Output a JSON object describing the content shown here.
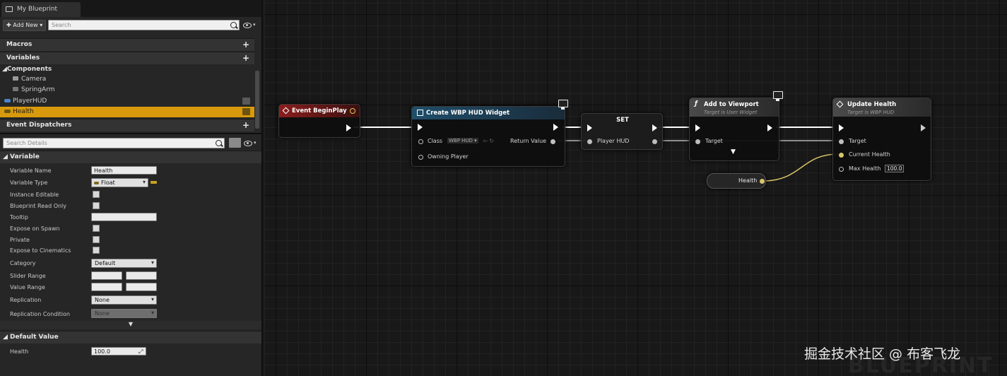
{
  "tab": {
    "title": "My Blueprint"
  },
  "toolbar": {
    "add_new": "✚ Add New ▾",
    "search_placeholder": "Search"
  },
  "sections": {
    "macros": "Macros",
    "variables": "Variables",
    "components": "◢Components",
    "dispatchers": "Event Dispatchers"
  },
  "components": [
    "Camera",
    "SpringArm"
  ],
  "variables_list": [
    "PlayerHUD",
    "Health"
  ],
  "details": {
    "search_placeholder": "Search Details",
    "variable_section": "◢ Variable",
    "default_section": "◢ Default Value",
    "props": {
      "name_label": "Variable Name",
      "name_value": "Health",
      "type_label": "Variable Type",
      "type_value": "Float",
      "instance_editable": "Instance Editable",
      "bp_readonly": "Blueprint Read Only",
      "tooltip": "Tooltip",
      "expose_spawn": "Expose on Spawn",
      "private": "Private",
      "expose_cinematics": "Expose to Cinematics",
      "category_label": "Category",
      "category_value": "Default",
      "slider_range": "Slider Range",
      "value_range": "Value Range",
      "replication_label": "Replication",
      "replication_value": "None",
      "rep_cond_label": "Replication Condition",
      "rep_cond_value": "None"
    },
    "default_health_label": "Health",
    "default_health_value": "100.0"
  },
  "nodes": {
    "begin_play": {
      "title": "Event BeginPlay"
    },
    "create_widget": {
      "title": "Create WBP HUD Widget",
      "class_label": "Class",
      "class_value": "WBP HUD ▾",
      "return_value": "Return Value",
      "owning_player": "Owning Player"
    },
    "set": {
      "title": "SET",
      "pin": "Player HUD"
    },
    "add_viewport": {
      "title": "Add to Viewport",
      "subtitle": "Target is User Widget",
      "target": "Target"
    },
    "update_health": {
      "title": "Update Health",
      "subtitle": "Target is WBP HUD",
      "target": "Target",
      "current_health": "Current Health",
      "max_health": "Max Health",
      "max_health_value": "100.0"
    },
    "health_getter": {
      "label": "Health"
    }
  },
  "watermark": "掘金技术社区 @ 布客飞龙",
  "bp_watermark": "BLUEPRINT",
  "colors": {
    "selected_row": "#d89a0c",
    "event_header": "#8b1d1d",
    "func_header": "#1f4e6a",
    "float_pin": "#d8c46b"
  }
}
